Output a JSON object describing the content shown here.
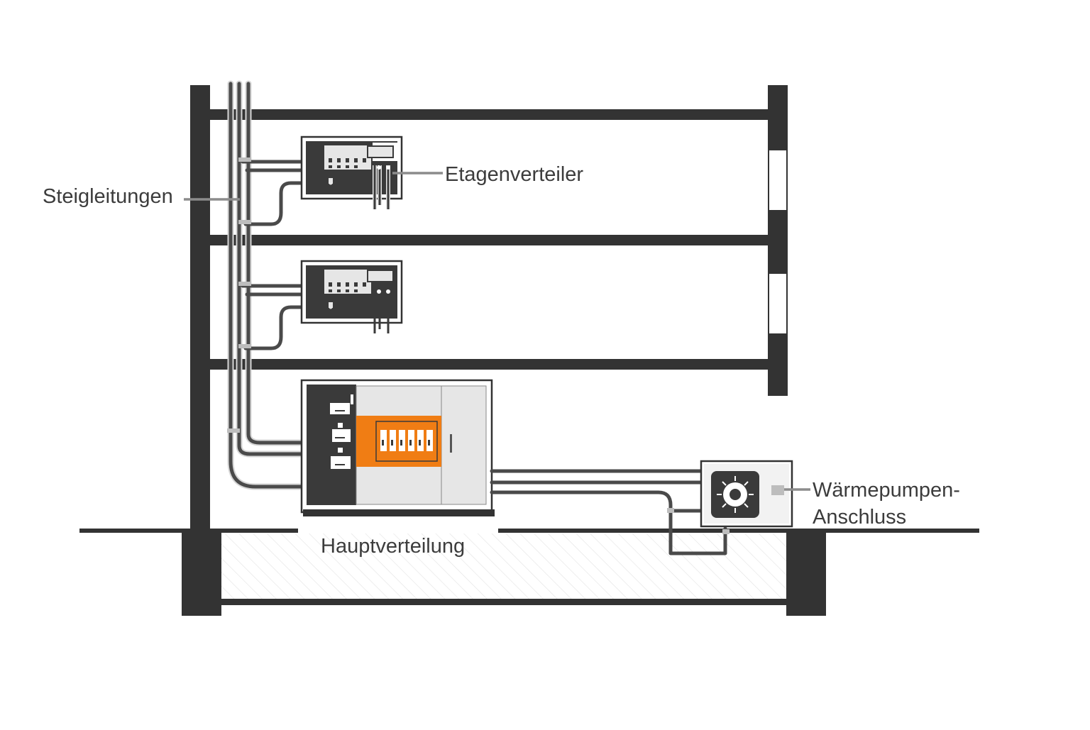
{
  "labels": {
    "risers": "Steigleitungen",
    "floor_distributor": "Etagenverteiler",
    "main_distribution": "Hauptverteilung",
    "heat_pump_line1": "Wärmepumpen-",
    "heat_pump_line2": "Anschluss"
  },
  "colors": {
    "structure": "#333333",
    "cable": "#4a4a4a",
    "cable_highlight": "#cfcfcf",
    "accent": "#f07d14",
    "panel_light": "#e6e6e6",
    "panel_dark": "#3a3a3a",
    "label_text": "#3c3c3c",
    "leader_line": "#8c8c8c",
    "ground_hatch": "#dddddd"
  },
  "icons": {
    "heat_pump_fan": "fan-icon",
    "breaker": "breaker-icon",
    "meter": "meter-icon"
  }
}
